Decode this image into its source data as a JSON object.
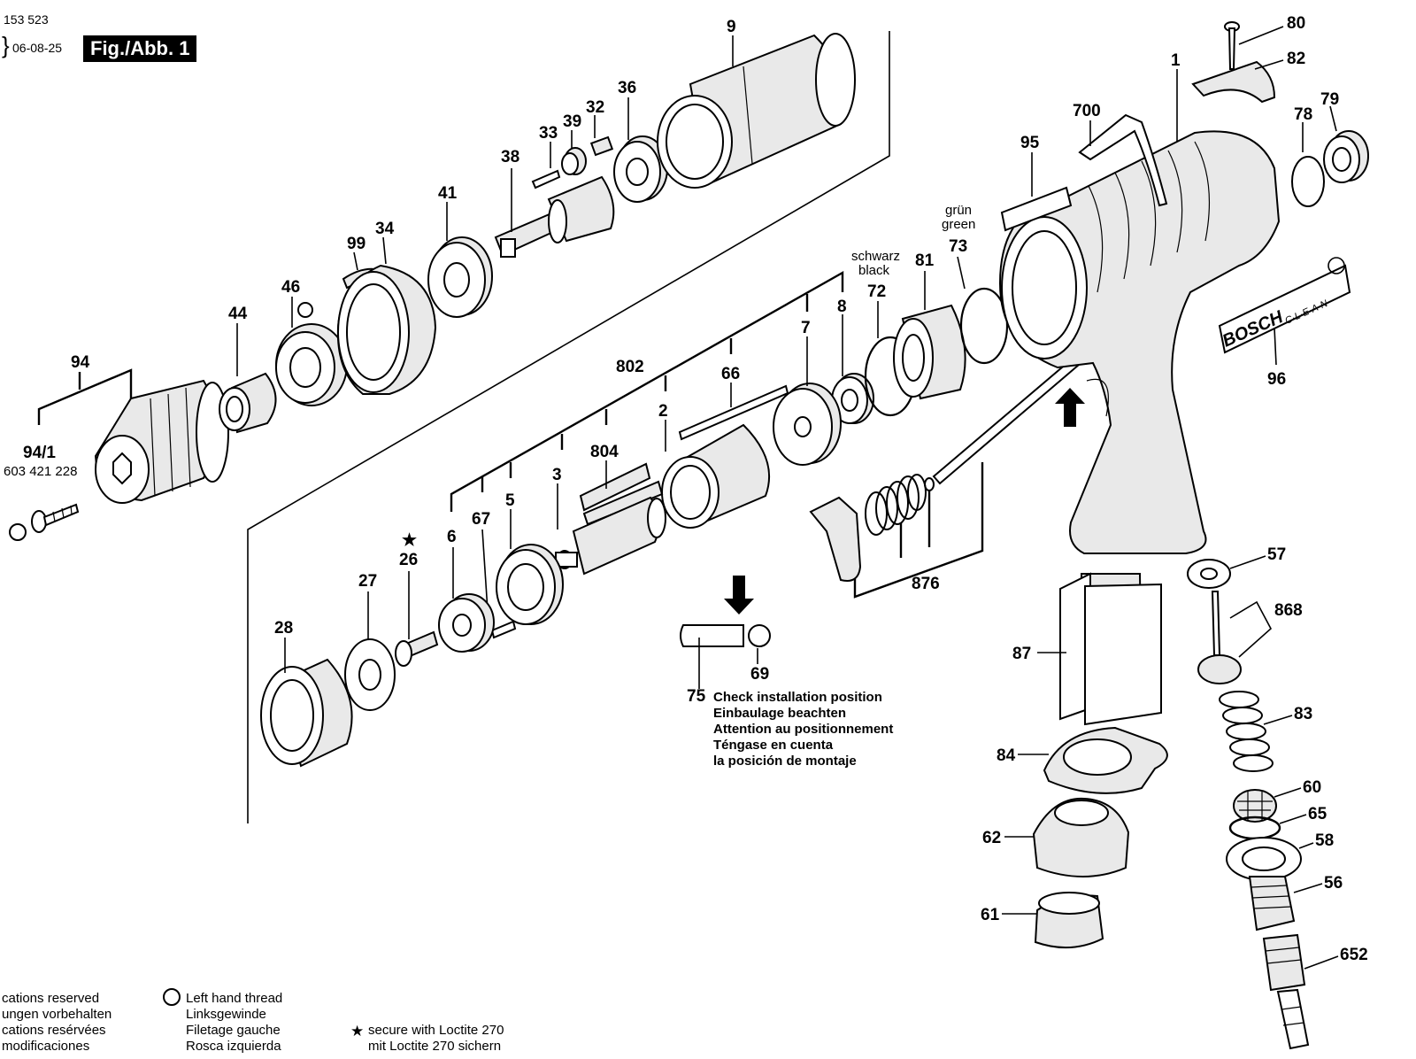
{
  "header": {
    "drawing_number": "153 523",
    "date": "06-08-25",
    "figure": "Fig./Abb. 1"
  },
  "part_labels": {
    "p1": "1",
    "p2": "2",
    "p3": "3",
    "p5": "5",
    "p6": "6",
    "p7": "7",
    "p8": "8",
    "p9": "9",
    "p26": "26",
    "p27": "27",
    "p28": "28",
    "p32": "32",
    "p33": "33",
    "p34": "34",
    "p36": "36",
    "p38": "38",
    "p39": "39",
    "p41": "41",
    "p44": "44",
    "p46": "46",
    "p56": "56",
    "p57": "57",
    "p58": "58",
    "p60": "60",
    "p61": "61",
    "p62": "62",
    "p65": "65",
    "p66": "66",
    "p67": "67",
    "p69": "69",
    "p72": "72",
    "p73": "73",
    "p75": "75",
    "p78": "78",
    "p79": "79",
    "p80": "80",
    "p81": "81",
    "p82": "82",
    "p83": "83",
    "p84": "84",
    "p87": "87",
    "p94": "94",
    "p94_1": "94/1",
    "p95": "95",
    "p96": "96",
    "p99": "99",
    "p652": "652",
    "p700": "700",
    "p802": "802",
    "p804": "804",
    "p868": "868",
    "p876": "876"
  },
  "part_number_94_1": "603 421 228",
  "color_notes": {
    "black_de": "schwarz",
    "black_en": "black",
    "green_de": "grün",
    "green_en": "green"
  },
  "brand": {
    "name": "BOSCH",
    "sub": "C·L·E·A·N"
  },
  "install_note": [
    "Check installation position",
    "Einbaulage beachten",
    "Attention au positionnement",
    "Téngase en cuenta",
    "la posición de montaje"
  ],
  "footer": {
    "reserved": [
      "cations reserved",
      "ungen vorbehalten",
      "cations resérvées",
      "modificaciones"
    ],
    "left_hand_thread": [
      "Left hand thread",
      "Linksgewinde",
      "Filetage gauche",
      "Rosca izquierda"
    ],
    "loctite": [
      "secure with Loctite 270",
      "mit Loctite 270 sichern"
    ]
  }
}
